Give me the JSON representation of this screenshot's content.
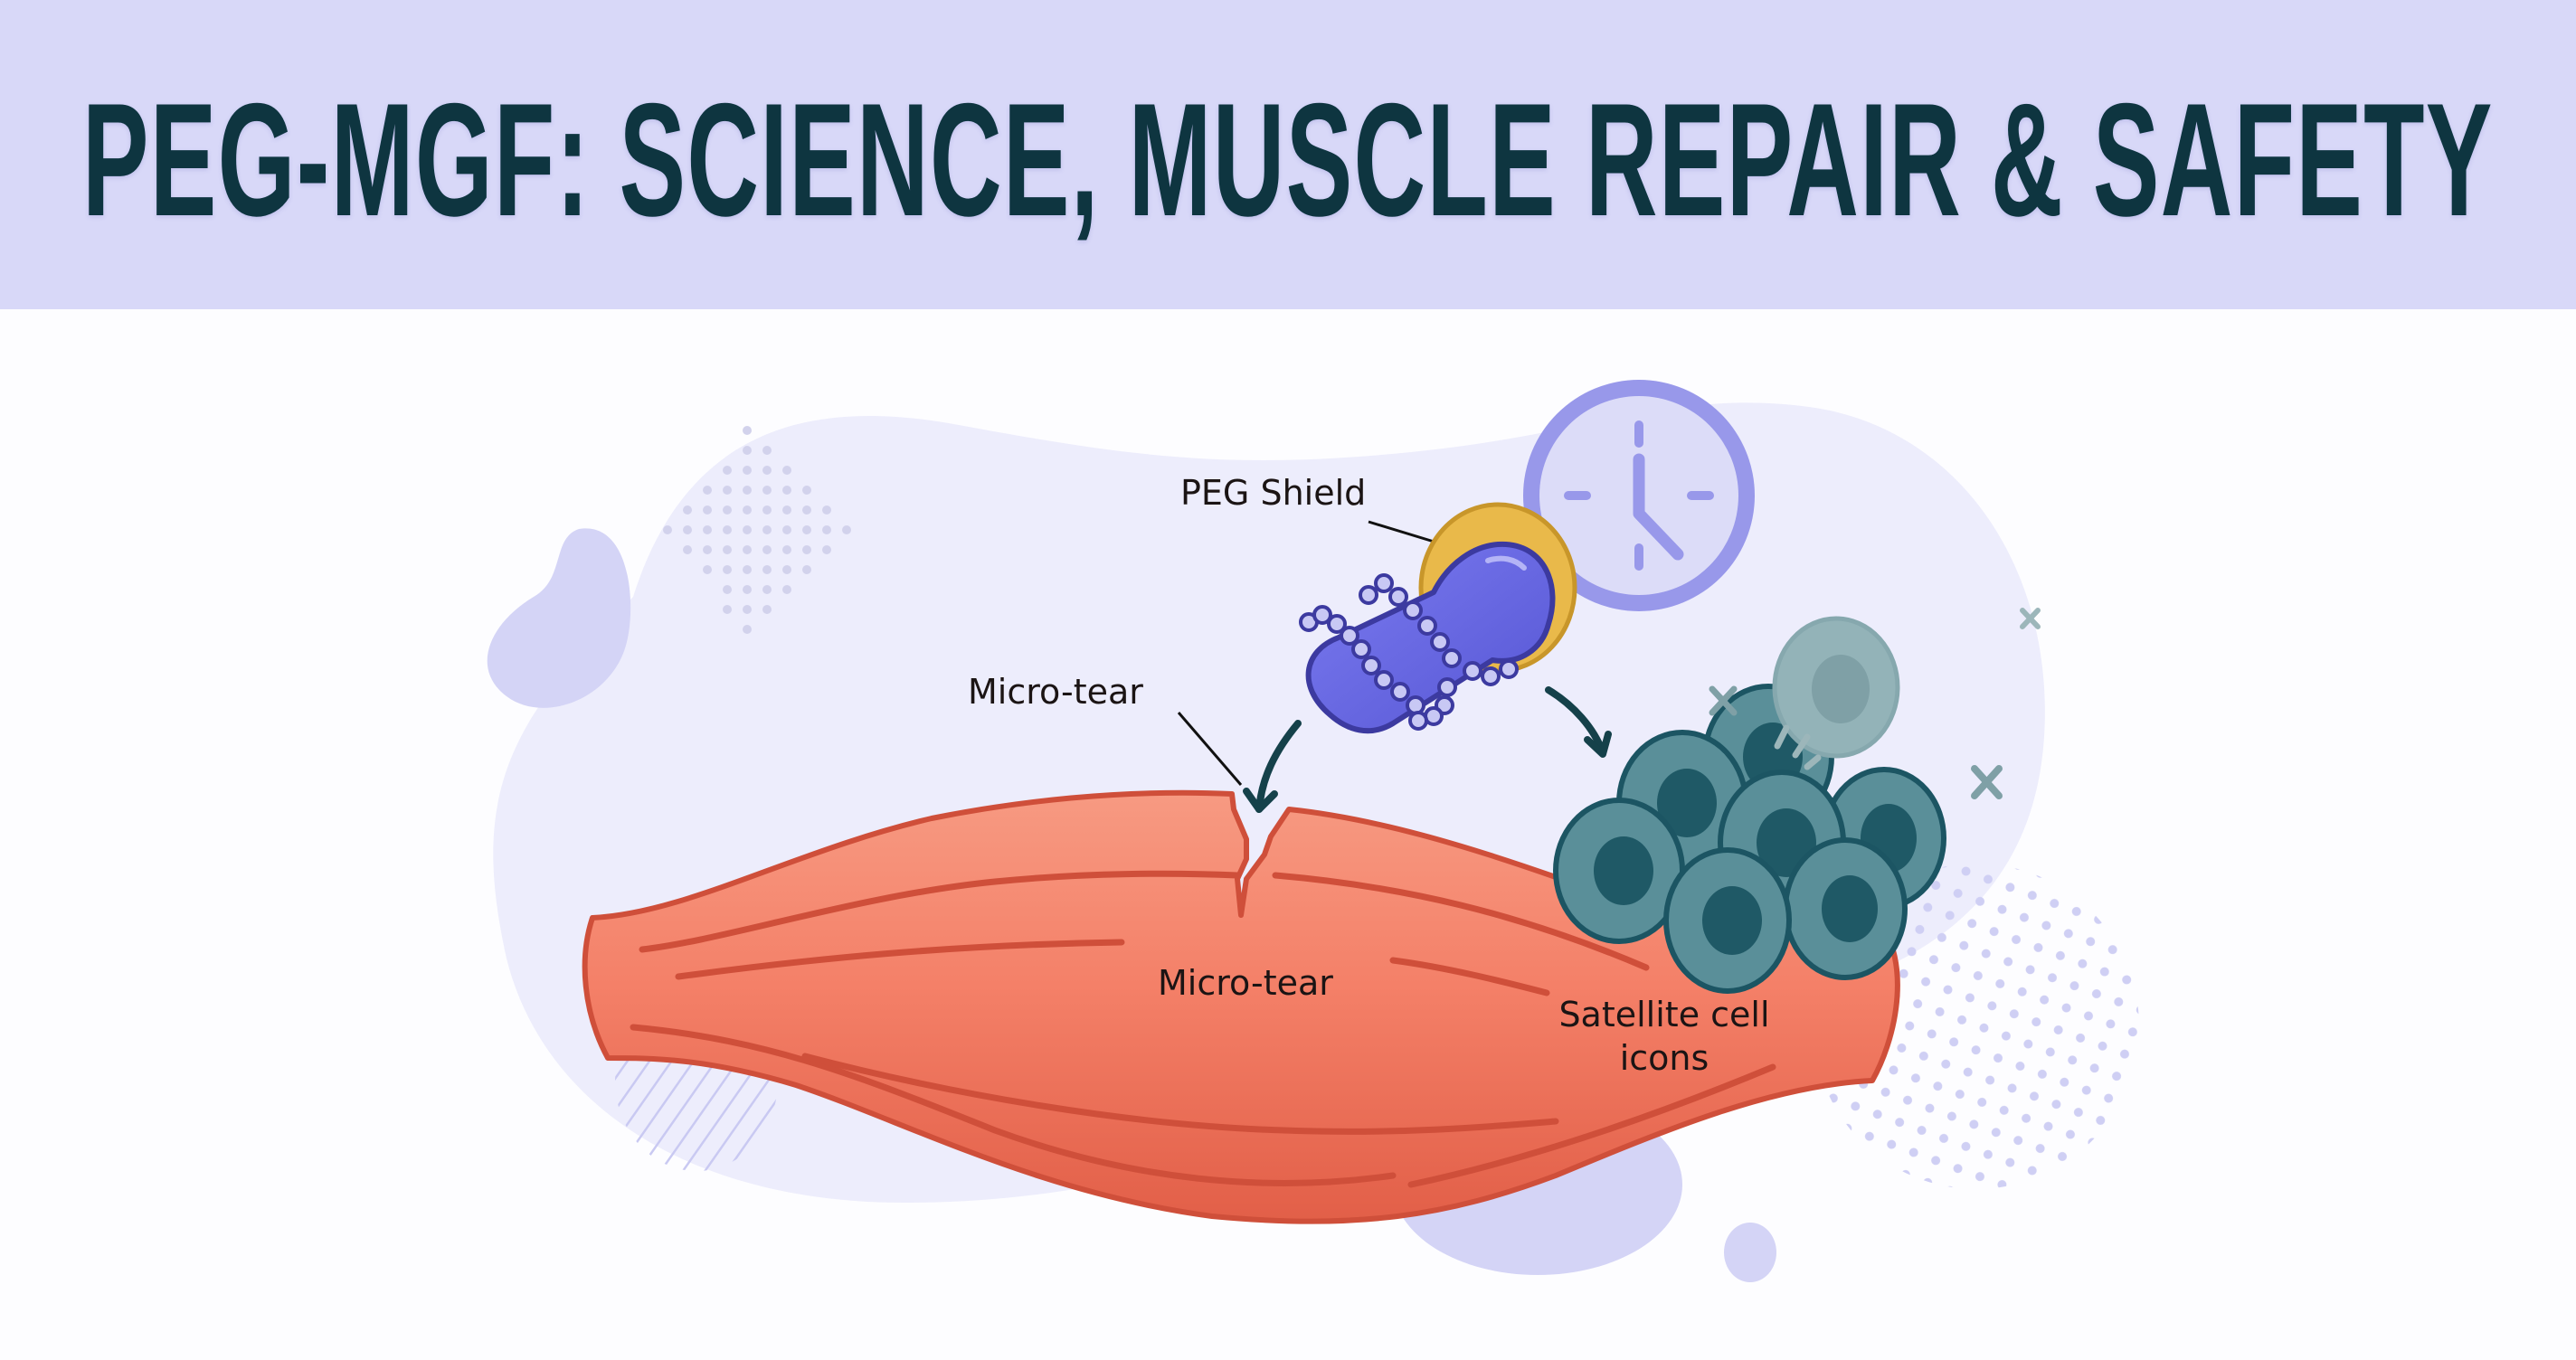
{
  "header": {
    "title": "PEG-MGF: Science, Muscle Repair & Safety"
  },
  "diagram": {
    "labels": {
      "peg_shield": "PEG Shield",
      "micro_tear_callout": "Micro-tear",
      "micro_tear_muscle": "Micro-tear",
      "satellite_cells_line1": "Satellite cell",
      "satellite_cells_line2": "icons"
    },
    "icons": {
      "clock": "clock-icon",
      "molecule": "peg-mgf-molecule-icon",
      "shield": "peg-shield-ring-icon",
      "muscle": "muscle-fiber-icon",
      "cells": "satellite-cell-icon",
      "cleared_cell": "degraded-cell-icon",
      "cross": "cross-mark-icon",
      "arrow": "curved-arrow-icon"
    },
    "colors": {
      "header_bg": "#d8d8f8",
      "title_text": "#0e3540",
      "muscle": "#f27f66",
      "muscle_dark": "#e0604a",
      "muscle_line": "#cf4f3a",
      "molecule": "#6a6ae0",
      "molecule_outline": "#3c3aa0",
      "bead": "#c8c8f4",
      "shield": "#e9b94a",
      "shield_outline": "#c8962a",
      "clock": "#9898ea",
      "clock_face": "#dcdcf8",
      "cell": "#5a8f99",
      "cell_nucleus": "#1f5966",
      "cell_outline": "#1c5563",
      "faded_cell": "#93b3b8",
      "blob": "#ececfc",
      "blob_accent": "#d4d4f8",
      "arrow": "#15414a"
    },
    "clock_time": "5:00"
  }
}
